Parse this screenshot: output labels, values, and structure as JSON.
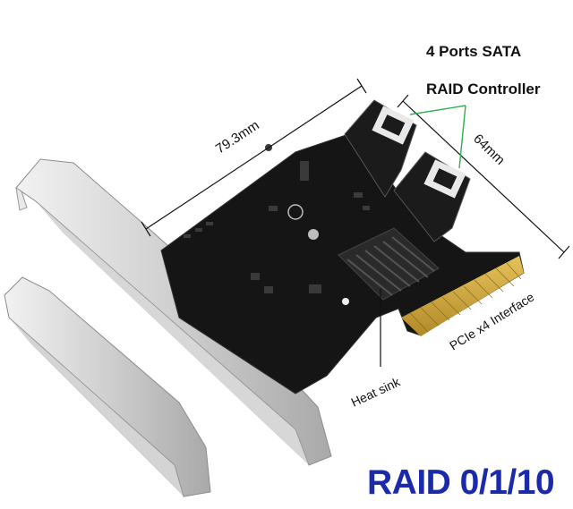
{
  "labels": {
    "title_line1": "4 Ports SATA",
    "title_line2": "RAID Controller",
    "width_dim": "79.3mm",
    "height_dim": "64mm",
    "heat_sink": "Heat sink",
    "interface": "PCIe x4 Interface",
    "raid_levels": "RAID 0/1/10"
  },
  "colors": {
    "pcb": "#151515",
    "gold_fingers": "#c9a23a",
    "bracket": "#c9c9c9",
    "pointer_lines": "#2bb24c",
    "raid_text": "#1a2aa8"
  }
}
